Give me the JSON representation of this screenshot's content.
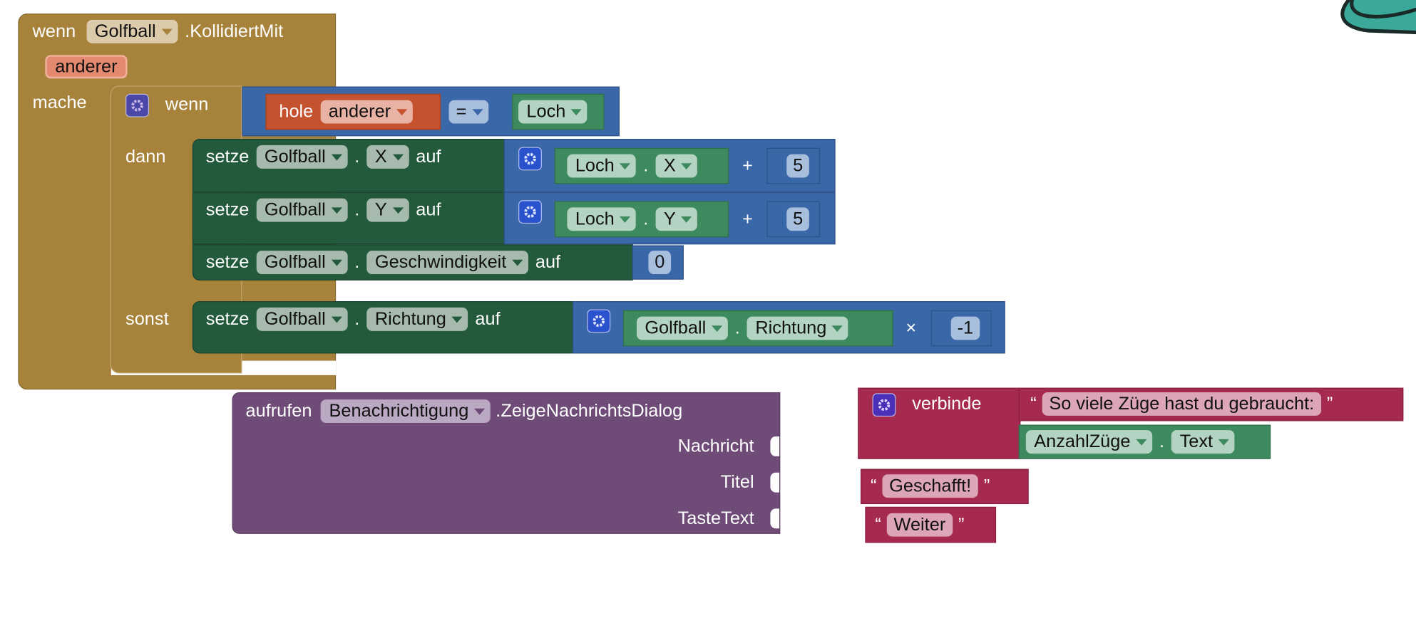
{
  "event": {
    "keyword": "wenn",
    "component": "Golfball",
    "event_name": ".KollidiertMit",
    "param": "anderer",
    "do_label": "mache"
  },
  "if_block": {
    "if_label": "wenn",
    "then_label": "dann",
    "else_label": "sonst"
  },
  "compare": {
    "get_label": "hole",
    "var": "anderer",
    "op": "=",
    "component": "Loch"
  },
  "set_x": {
    "setze": "setze",
    "component": "Golfball",
    "dot": ".",
    "prop": "X",
    "auf": "auf",
    "src_component": "Loch",
    "src_prop": "X",
    "op": "+",
    "number": "5"
  },
  "set_y": {
    "setze": "setze",
    "component": "Golfball",
    "dot": ".",
    "prop": "Y",
    "auf": "auf",
    "src_component": "Loch",
    "src_prop": "Y",
    "op": "+",
    "number": "5"
  },
  "set_speed": {
    "setze": "setze",
    "component": "Golfball",
    "dot": ".",
    "prop": "Geschwindigkeit",
    "auf": "auf",
    "number": "0"
  },
  "set_dir": {
    "setze": "setze",
    "component": "Golfball",
    "dot": ".",
    "prop": "Richtung",
    "auf": "auf",
    "src_component": "Golfball",
    "src_prop": "Richtung",
    "op": "×",
    "number": "-1"
  },
  "call": {
    "keyword": "aufrufen",
    "component": "Benachrichtigung",
    "method": ".ZeigeNachrichtsDialog",
    "args": [
      "Nachricht",
      "Titel",
      "TasteText"
    ]
  },
  "join": {
    "label": "verbinde",
    "open_quote": "“",
    "close_quote": "”",
    "text": "So viele Züge hast du gebraucht:",
    "component": "AnzahlZüge",
    "dot": ".",
    "prop": "Text"
  },
  "text_title": {
    "open_quote": "“",
    "close_quote": "”",
    "text": "Geschafft!"
  },
  "text_button": {
    "open_quote": "“",
    "close_quote": "”",
    "text": "Weiter"
  },
  "colors": {
    "event": "#a7823b",
    "setter": "#235a3b",
    "math": "#3a67a8",
    "component": "#3e8a5f",
    "variable": "#c4522f",
    "procedure": "#6f4b78",
    "text": "#a62a50"
  }
}
